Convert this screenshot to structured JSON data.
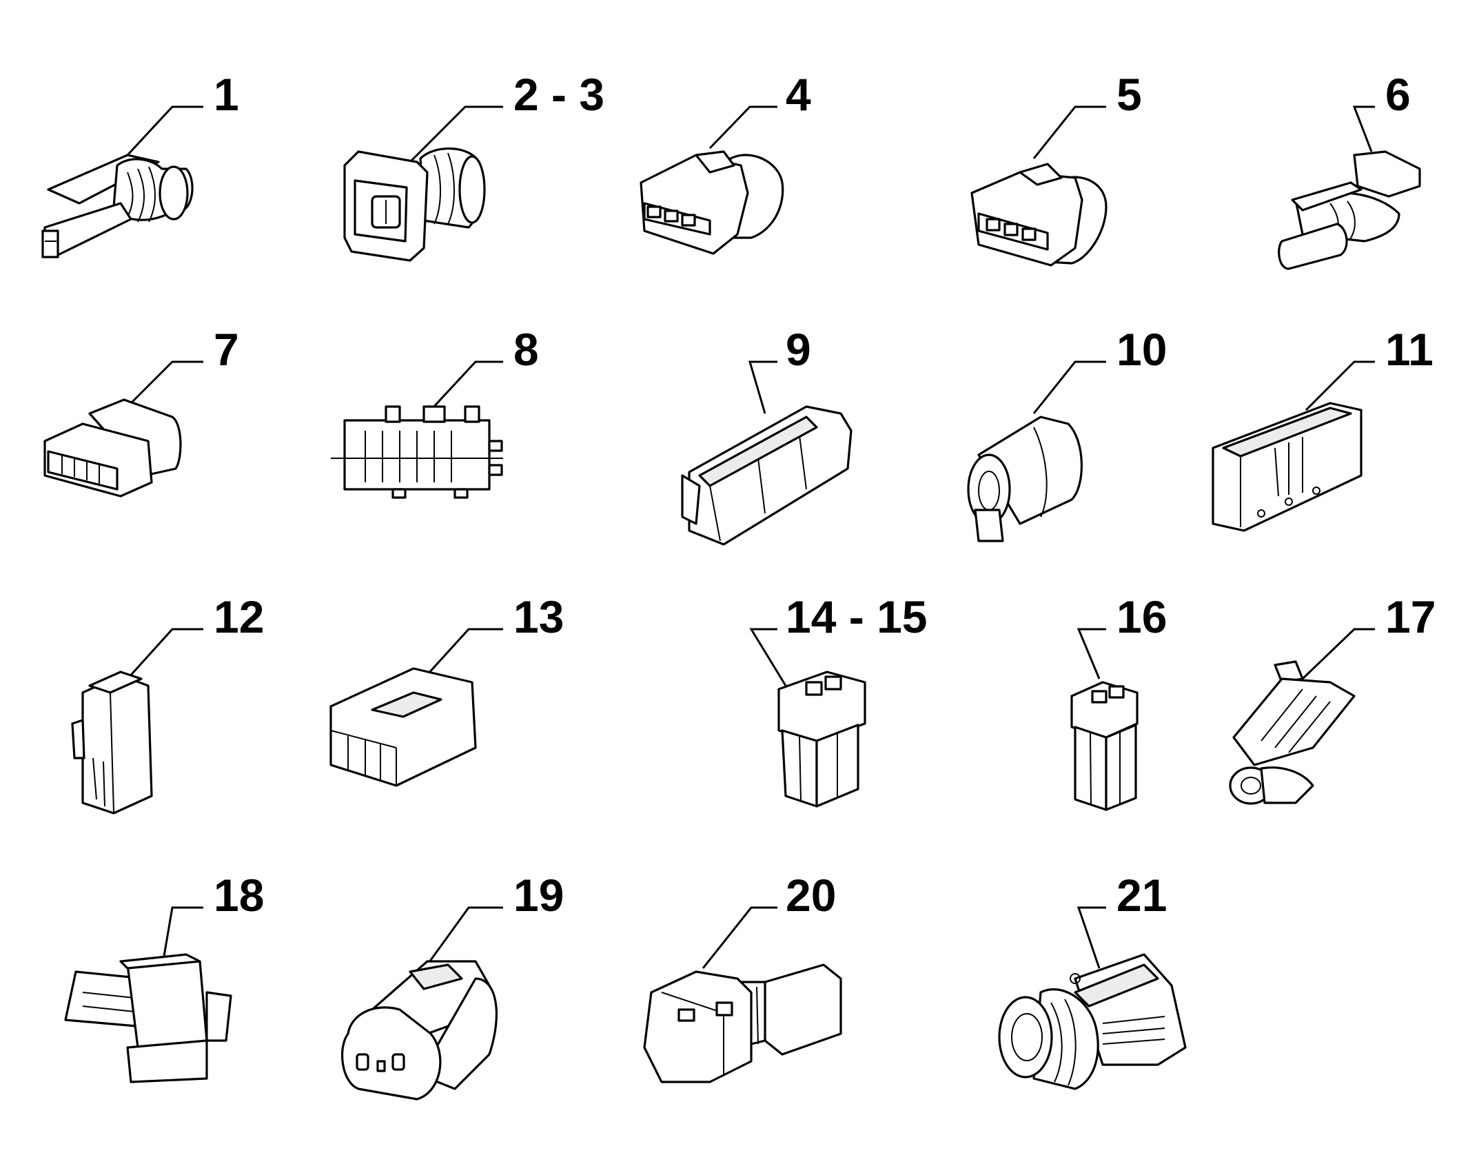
{
  "parts": [
    {
      "label": "1",
      "icon": "single-pin-sealed-connector-icon"
    },
    {
      "label": "2 - 3",
      "icon": "two-pin-connector-with-boot-icon"
    },
    {
      "label": "4",
      "icon": "three-pin-latched-connector-icon"
    },
    {
      "label": "5",
      "icon": "three-pin-latched-connector-icon"
    },
    {
      "label": "6",
      "icon": "flat-sealed-connector-icon"
    },
    {
      "label": "7",
      "icon": "five-pin-connector-icon"
    },
    {
      "label": "8",
      "icon": "multi-pin-block-connector-icon"
    },
    {
      "label": "9",
      "icon": "multi-row-ecu-connector-icon"
    },
    {
      "label": "10",
      "icon": "round-sealed-connector-icon"
    },
    {
      "label": "11",
      "icon": "multi-pin-strip-connector-icon"
    },
    {
      "label": "12",
      "icon": "tall-latched-connector-icon"
    },
    {
      "label": "13",
      "icon": "four-pin-flat-connector-icon"
    },
    {
      "label": "14 - 15",
      "icon": "two-pin-square-housing-icon"
    },
    {
      "label": "16",
      "icon": "two-pin-slim-housing-icon"
    },
    {
      "label": "17",
      "icon": "single-pin-sealed-connector-icon"
    },
    {
      "label": "18",
      "icon": "cross-shaped-connector-icon"
    },
    {
      "label": "19",
      "icon": "two-pin-oval-connector-icon"
    },
    {
      "label": "20",
      "icon": "inline-rectangular-connector-icon"
    },
    {
      "label": "21",
      "icon": "round-bayonet-connector-icon"
    }
  ]
}
